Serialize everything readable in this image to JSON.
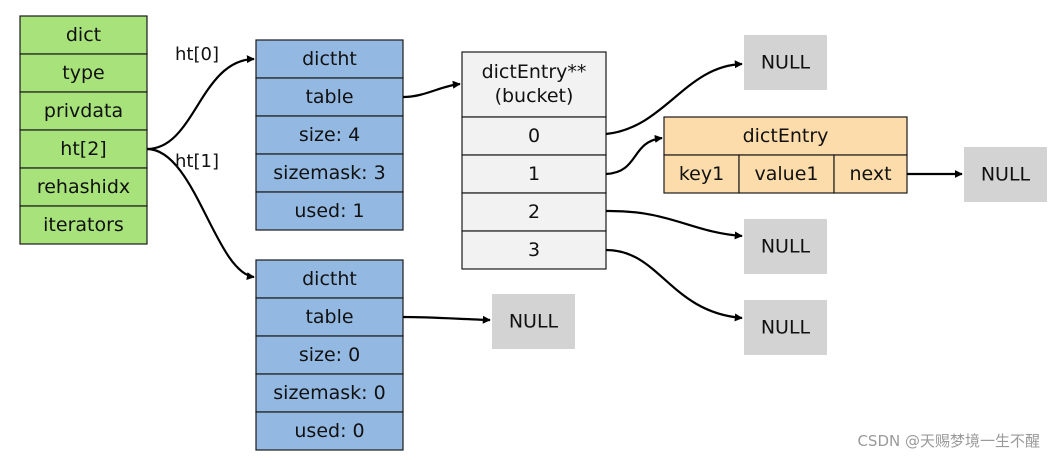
{
  "colors": {
    "dict_fill": "#a8e27a",
    "dictht_fill": "#93b9e3",
    "bucket_fill": "#f2f2f2",
    "entry_fill": "#fcdcaa",
    "null_fill": "#d3d3d3",
    "stroke": "#1a1a1a"
  },
  "dict": {
    "cells": [
      "dict",
      "type",
      "privdata",
      "ht[2]",
      "rehashidx",
      "iterators"
    ]
  },
  "dictht0": {
    "cells": [
      "dictht",
      "table",
      "size: 4",
      "sizemask: 3",
      "used: 1"
    ]
  },
  "dictht1": {
    "cells": [
      "dictht",
      "table",
      "size: 0",
      "sizemask: 0",
      "used: 0"
    ]
  },
  "buckets": {
    "header": [
      "dictEntry**",
      "(bucket)"
    ],
    "cells": [
      "0",
      "1",
      "2",
      "3"
    ]
  },
  "entry": {
    "title": "dictEntry",
    "fields": [
      "key1",
      "value1",
      "next"
    ]
  },
  "edge_labels": {
    "ht0": "ht[0]",
    "ht1": "ht[1]"
  },
  "nulls": {
    "bucket0": "NULL",
    "next": "NULL",
    "bucket2": "NULL",
    "bucket3": "NULL",
    "table1": "NULL"
  },
  "watermark": "CSDN @天赐梦境一生不醒"
}
